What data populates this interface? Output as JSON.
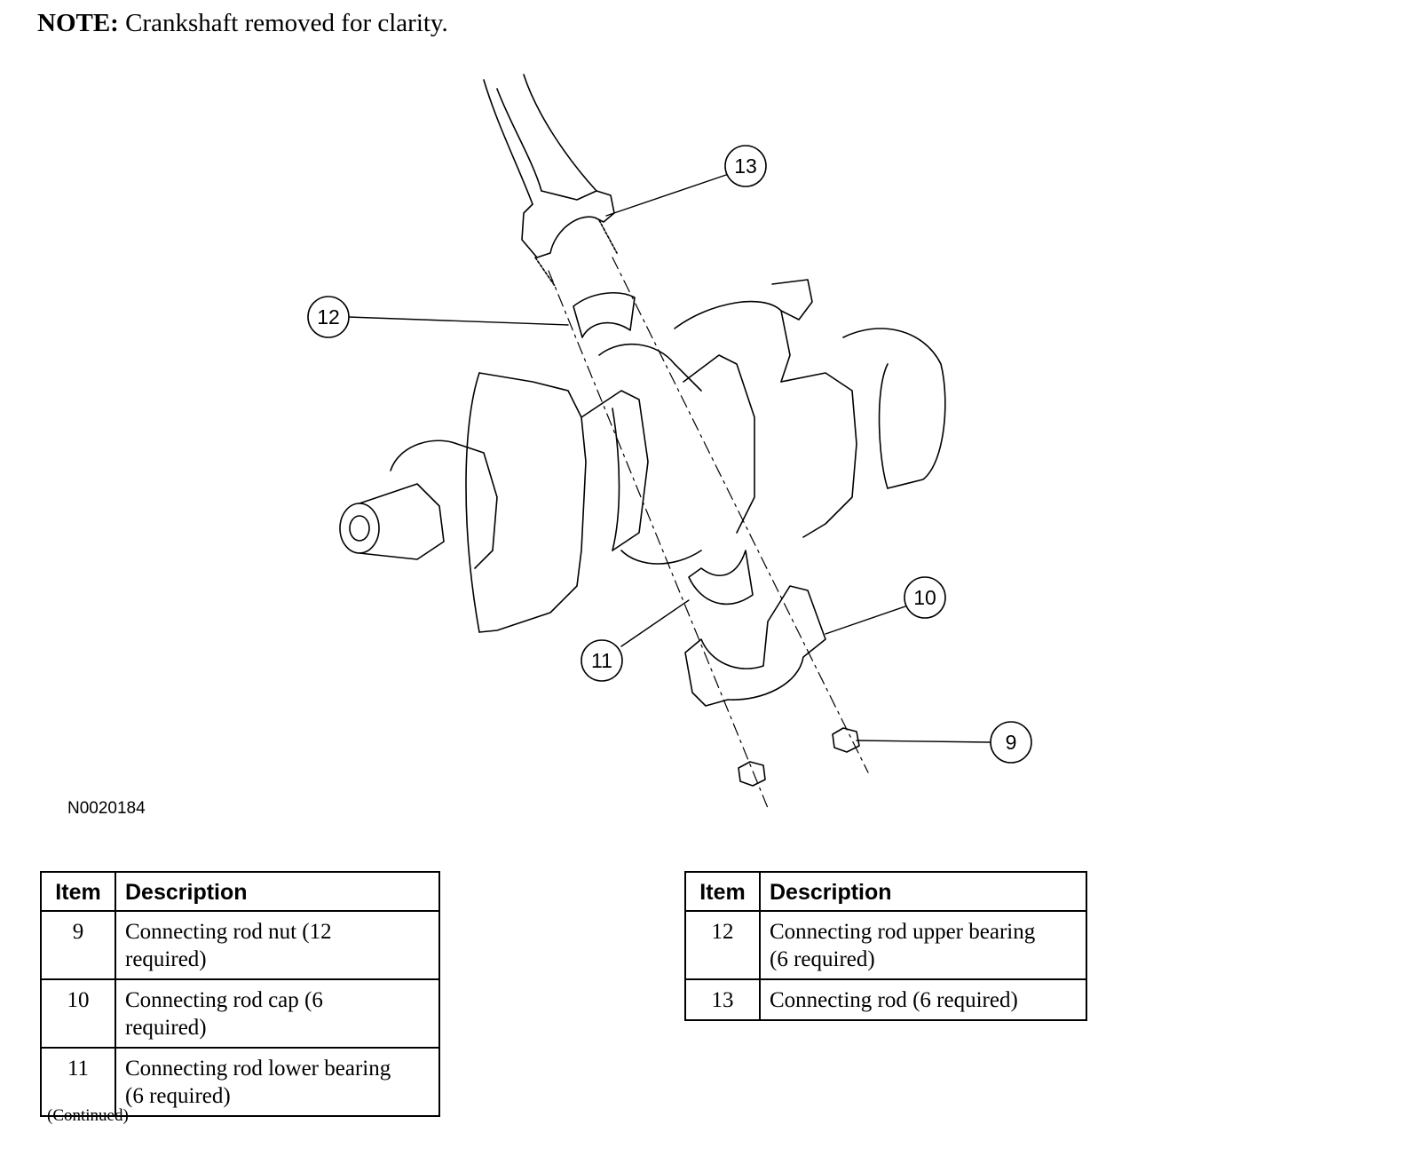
{
  "note": {
    "label": "NOTE:",
    "text": "Crankshaft removed for clarity."
  },
  "figure": {
    "code": "N0020184",
    "callouts": [
      "13",
      "12",
      "10",
      "11",
      "9"
    ]
  },
  "table_left": {
    "headers": [
      "Item",
      "Description"
    ],
    "rows": [
      {
        "item": "9",
        "desc_line1": "Connecting rod nut (12",
        "desc_line2": "required)"
      },
      {
        "item": "10",
        "desc_line1": "Connecting rod cap (6",
        "desc_line2": "required)"
      },
      {
        "item": "11",
        "desc_line1": "Connecting rod lower bearing",
        "desc_line2": "(6 required)"
      }
    ]
  },
  "table_right": {
    "headers": [
      "Item",
      "Description"
    ],
    "rows": [
      {
        "item": "12",
        "desc_line1": "Connecting rod upper bearing",
        "desc_line2": "(6 required)"
      },
      {
        "item": "13",
        "desc_line1": "Connecting rod (6 required)",
        "desc_line2": ""
      }
    ]
  },
  "continued": "(Continued)"
}
